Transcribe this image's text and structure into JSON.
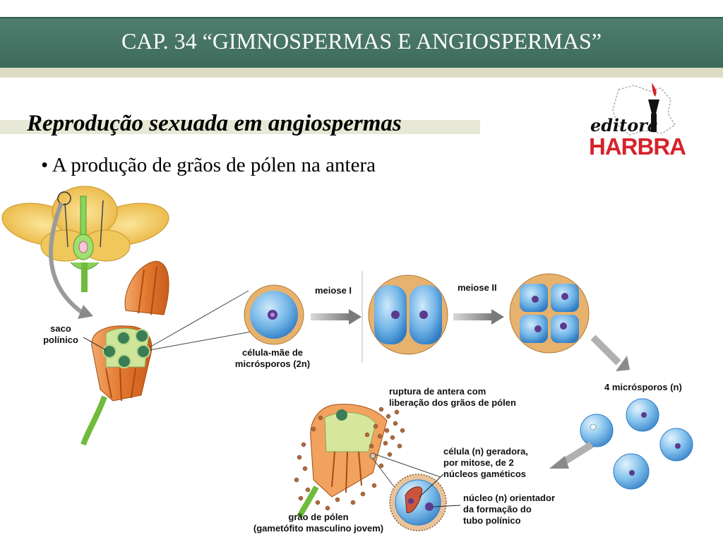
{
  "header": {
    "title": "CAP. 34 “GIMNOSPERMAS E ANGIOSPERMAS”"
  },
  "subtitle": "Reprodução sexuada em angiospermas",
  "bullet": "• A produção de grãos de pólen na antera",
  "logo": {
    "top_text": "editora",
    "brand": "HARBRA",
    "brand_color": "#d5232b"
  },
  "labels": {
    "saco_1": "saco",
    "saco_2": "polínico",
    "meiose_1": "meiose I",
    "meiose_2": "meiose II",
    "celula_mae_1": "célula-mãe de",
    "celula_mae_2": "micrósporos (2n)",
    "microsporos": "4 micrósporos (n)",
    "ruptura_1": "ruptura de antera com",
    "ruptura_2": "liberação dos grãos de pólen",
    "geradora_1": "célula (n) geradora,",
    "geradora_2": "por mitose, de 2",
    "geradora_3": "núcleos gaméticos",
    "nucleo_1": "núcleo (n) orientador",
    "nucleo_2": "da formação do",
    "nucleo_3": "tubo polínico",
    "grao_1": "grão de pólen",
    "grao_2": "(gametófito masculino jovem)"
  }
}
